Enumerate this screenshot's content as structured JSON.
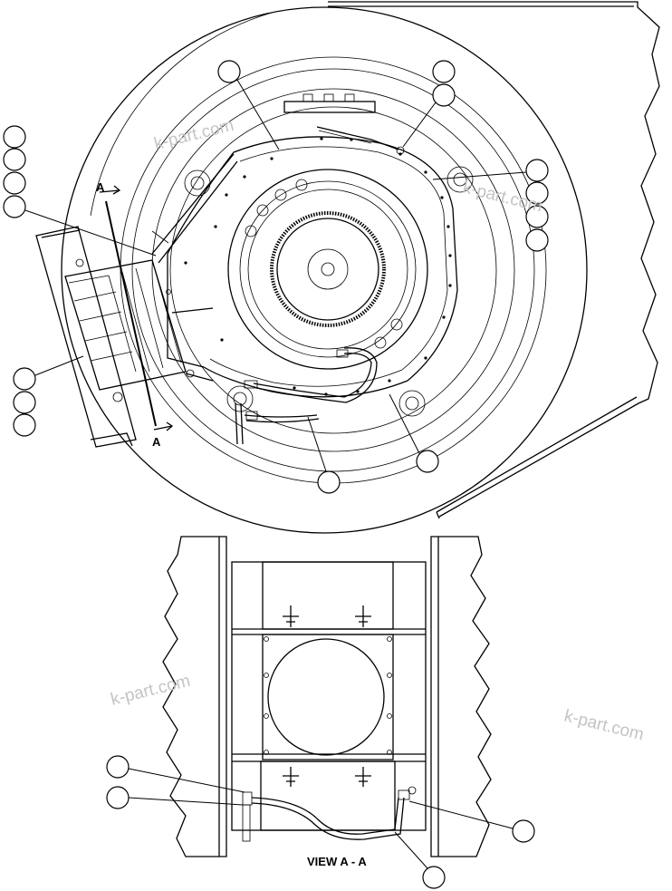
{
  "watermarks": [
    "k-part.com",
    "k-part.com",
    "k-part.com",
    "k-part.com"
  ],
  "section_marks": {
    "top": "A",
    "bottom": "A"
  },
  "view_label": "VIEW A - A"
}
